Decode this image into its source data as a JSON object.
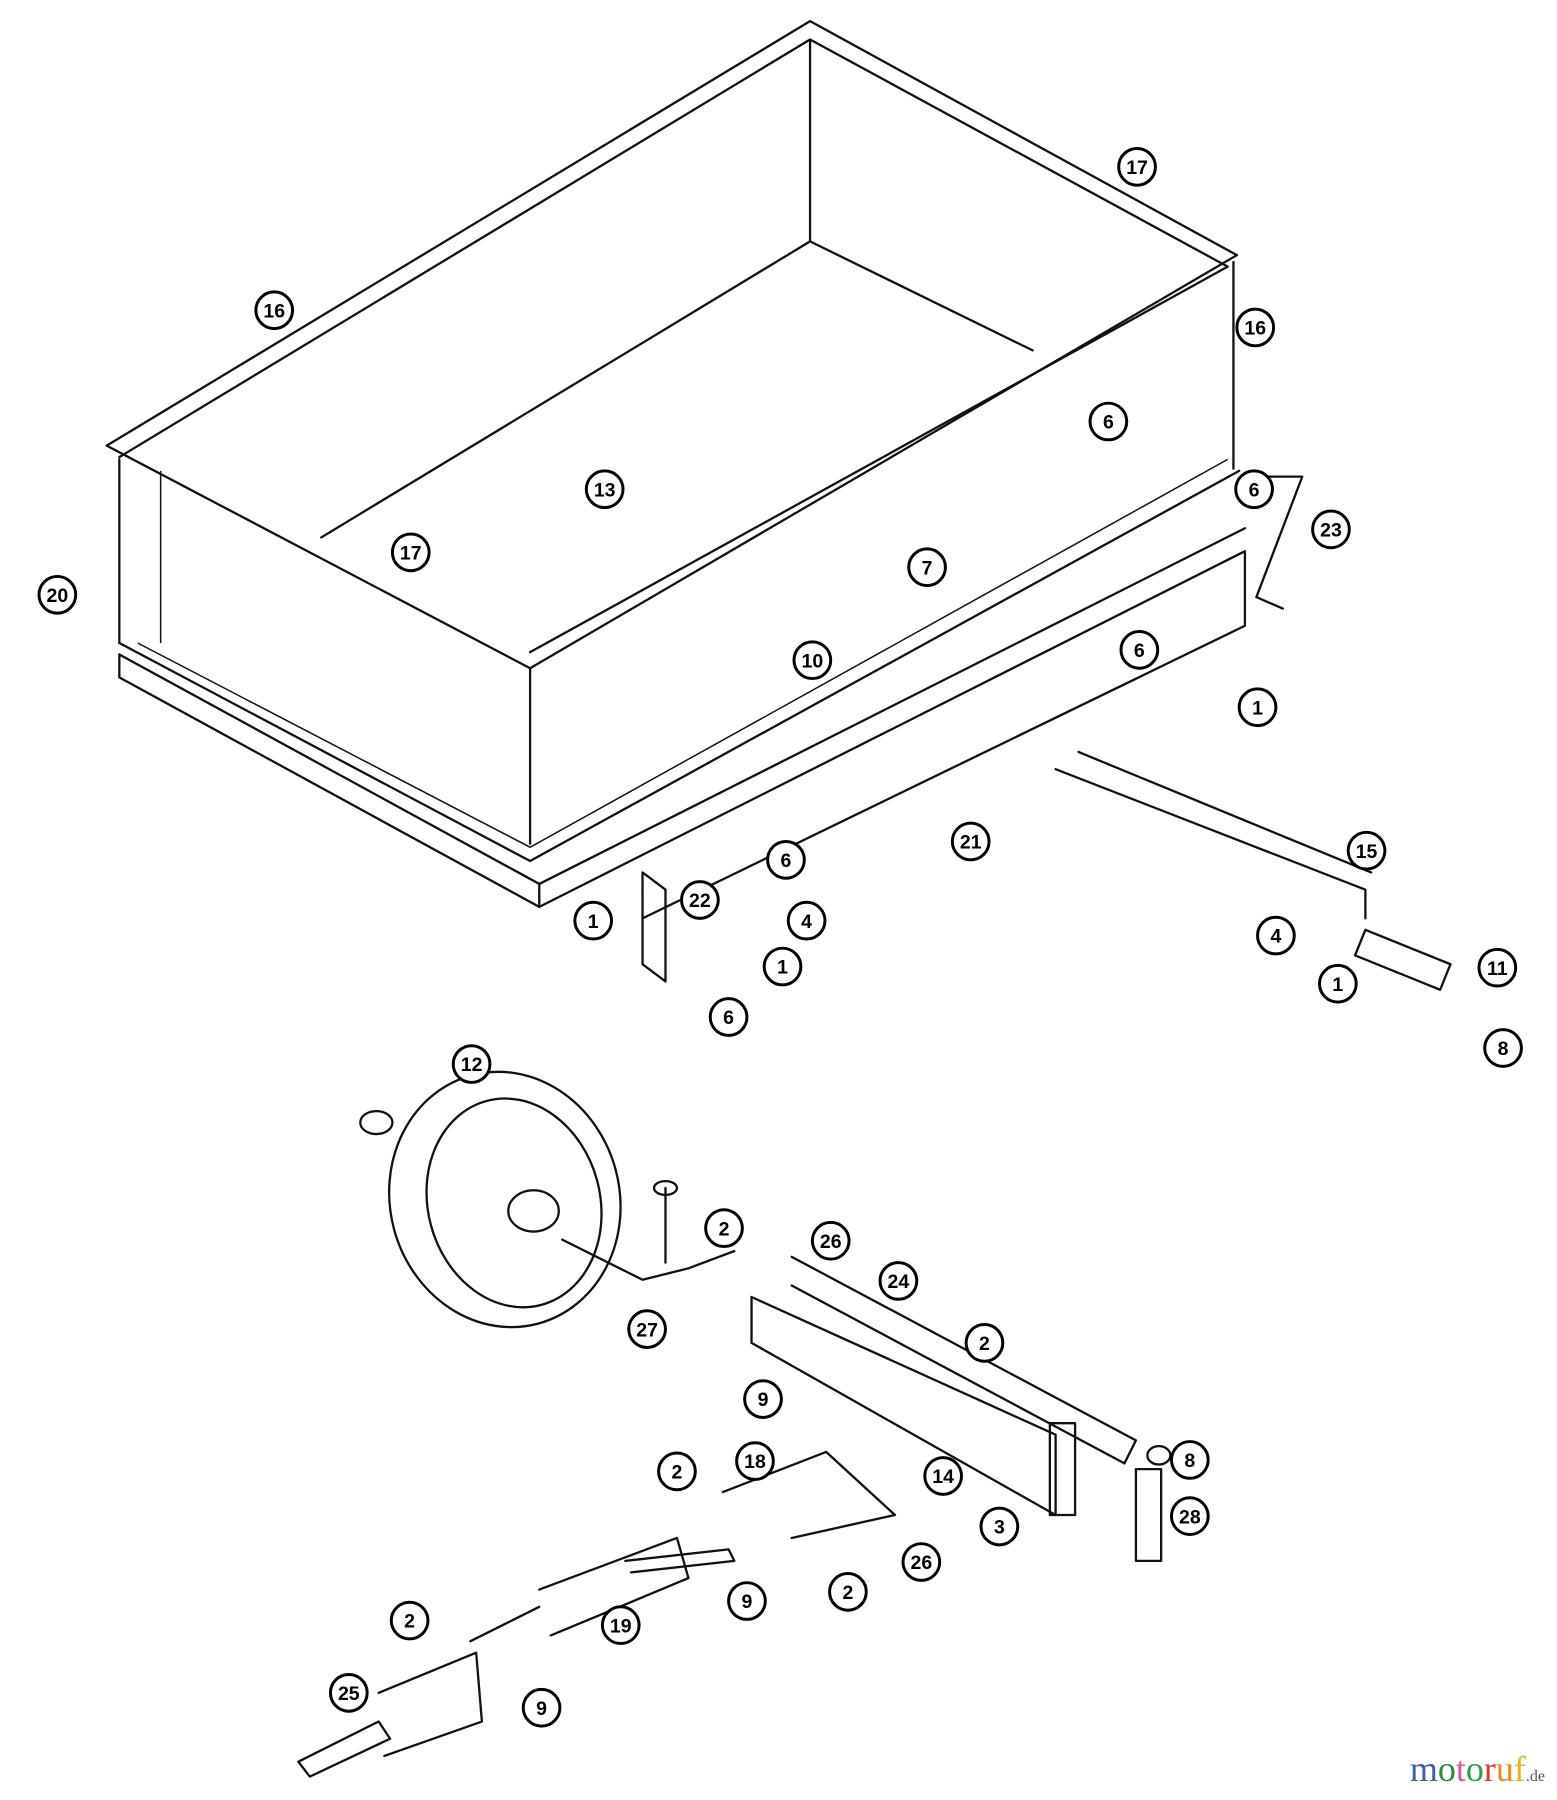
{
  "diagram": {
    "title": "Dump cart exploded parts diagram",
    "callouts": [
      "17",
      "16",
      "16",
      "6",
      "13",
      "6",
      "23",
      "17",
      "7",
      "20",
      "10",
      "6",
      "1",
      "21",
      "15",
      "6",
      "22",
      "4",
      "1",
      "4",
      "1",
      "11",
      "1",
      "6",
      "8",
      "12",
      "2",
      "26",
      "24",
      "27",
      "2",
      "9",
      "8",
      "18",
      "14",
      "2",
      "28",
      "3",
      "26",
      "9",
      "2",
      "19",
      "2",
      "25",
      "9"
    ]
  },
  "watermark": {
    "letters": [
      "m",
      "o",
      "t",
      "o",
      "r",
      "u",
      "f"
    ],
    "suffix": ".de",
    "colors": [
      "#3b5fb0",
      "#2e8b3e",
      "#e0559b",
      "#2e9e4a",
      "#d63a2a",
      "#f08a1c",
      "#e8b51c"
    ]
  }
}
